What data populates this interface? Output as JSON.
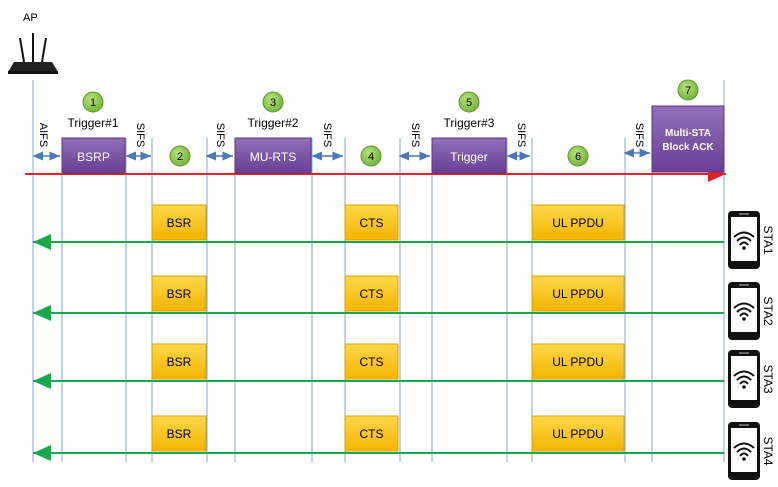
{
  "ap_label": "AP",
  "frames": {
    "bsrp": "BSRP",
    "mu_rts": "MU-RTS",
    "trigger": "Trigger",
    "multi_sta_line1": "Multi-STA",
    "multi_sta_line2": "Block ACK"
  },
  "trigger_labels": [
    "Trigger#1",
    "Trigger#2",
    "Trigger#3"
  ],
  "steps": [
    "1",
    "2",
    "3",
    "4",
    "5",
    "6",
    "7"
  ],
  "spacing": {
    "aifs": "AIFS",
    "sifs": "SIFS"
  },
  "sta_frames": {
    "bsr": "BSR",
    "cts": "CTS",
    "ul_ppdu": "UL PPDU"
  },
  "stations": [
    "STA1",
    "STA2",
    "STA3",
    "STA4"
  ],
  "colors": {
    "ap_line": "#e8202a",
    "sta_line": "#1aa64b",
    "purple": "#7a4fa3",
    "gold": "#f7c21c",
    "green_circle": "#8ccb4a",
    "guide": "#7fa8d8",
    "arrow": "#4a78b8"
  }
}
